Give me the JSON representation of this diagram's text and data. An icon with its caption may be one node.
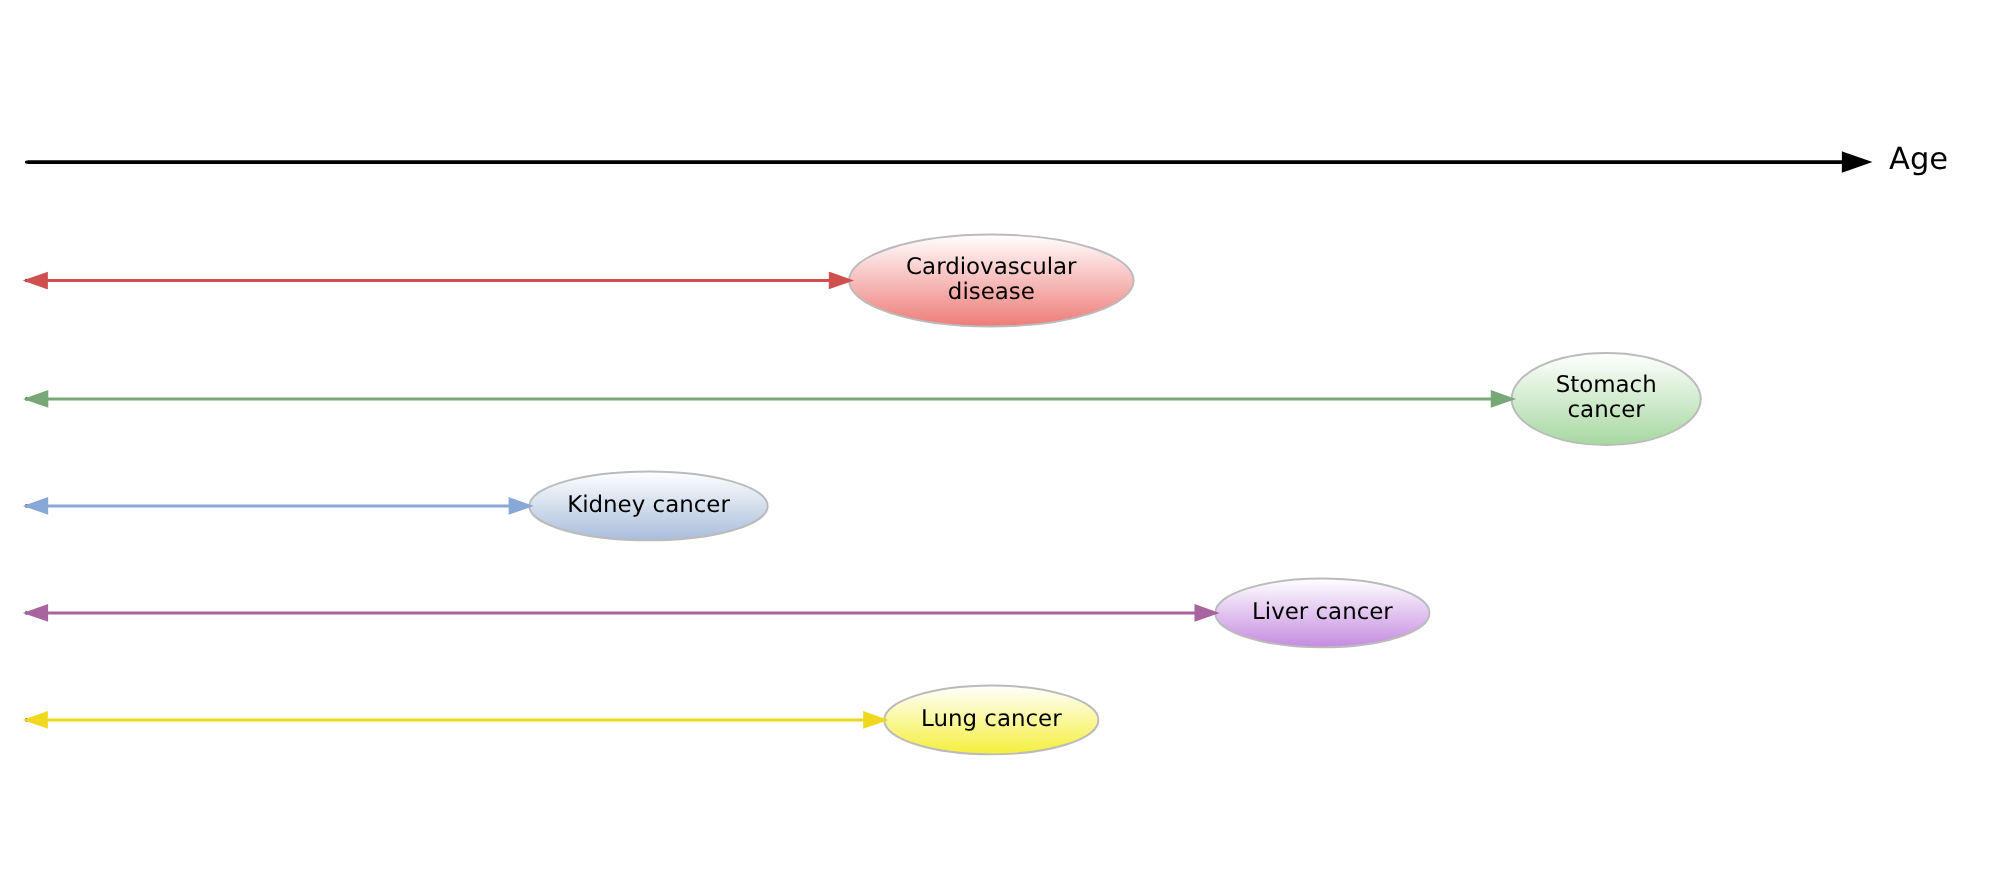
{
  "diagram": {
    "nodes": [
      {
        "text": [
          "Lung cancer"
        ]
      },
      {
        "text": [
          "Liver cancer"
        ]
      },
      {
        "text": [
          "Kidney cancer"
        ]
      },
      {
        "text": [
          "Stomach cancer"
        ]
      },
      {
        "text": [
          "Cardiovascular disease"
        ]
      }
    ],
    "edges": [
      {
        "from": null,
        "to": 0,
        "arrow": "both",
        "color": "#f0d820"
      },
      {
        "from": null,
        "to": 1,
        "arrow": "both",
        "color": "#a8649e"
      },
      {
        "from": null,
        "to": 2,
        "arrow": "both",
        "color": "#88a8d8"
      },
      {
        "from": null,
        "to": 3,
        "arrow": "both",
        "color": "#78a878"
      },
      {
        "from": null,
        "to": 4,
        "arrow": "both",
        "color": "#d05050"
      }
    ],
    "labels": [
      "Age"
    ]
  }
}
